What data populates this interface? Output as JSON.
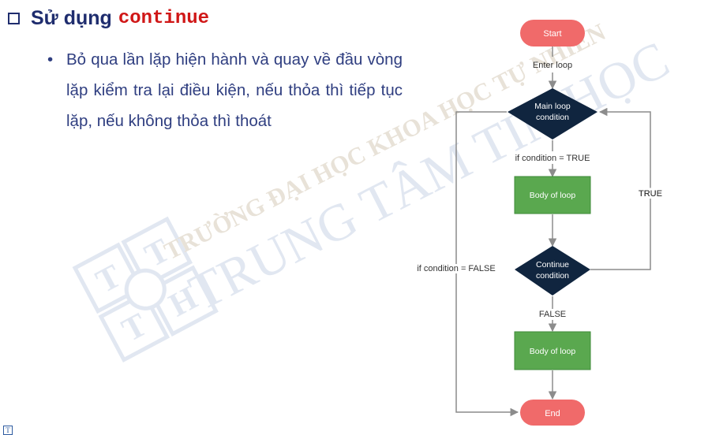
{
  "heading": {
    "label": "Sử dụng",
    "keyword": "continue"
  },
  "bullet": {
    "marker": "•",
    "text": "Bỏ qua lần lặp hiện hành và quay về đầu vòng lặp kiểm tra lại điều kiện, nếu thỏa thì tiếp tục lặp, nếu không thỏa thì thoát"
  },
  "watermark": {
    "line1": "TRƯỜNG ĐẠI HỌC KHOA HỌC TỰ NHIÊN",
    "line2": "TRUNG TÂM TIN HỌC",
    "logo_letters": [
      "T",
      "T",
      "T",
      "H"
    ]
  },
  "flowchart": {
    "start": "Start",
    "enter_loop": "Enter loop",
    "main_condition": [
      "Main loop",
      "condition"
    ],
    "if_true": "if condition = TRUE",
    "body1": "Body of loop",
    "continue_condition": [
      "Continue",
      "condition"
    ],
    "true_label": "TRUE",
    "false_label": "FALSE",
    "if_false": "if condition = FALSE",
    "body2": "Body of loop",
    "end": "End"
  },
  "colors": {
    "heading": "#1f2d6e",
    "keyword": "#d01717",
    "bullet_text": "#2f3e80",
    "terminal": "#f06a6a",
    "decision": "#10253f",
    "process": "#5aa84f",
    "arrow": "#8c8c8c",
    "watermark": "#c9d4e6"
  },
  "corner_logo": "T"
}
